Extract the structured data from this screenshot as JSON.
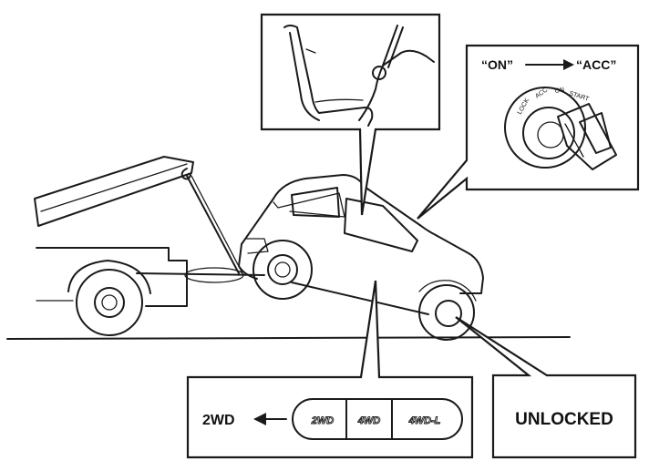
{
  "ignition_callout": {
    "from_label": "“ON”",
    "to_label": "“ACC”",
    "key_positions": [
      "LOCK",
      "ACC",
      "ON",
      "START"
    ]
  },
  "transfer_callout": {
    "label": "2WD",
    "positions": [
      "2WD",
      "4WD",
      "4WD-L"
    ]
  },
  "hub_callout": {
    "label": "UNLOCKED"
  },
  "colors": {
    "ink": "#1a1a1a",
    "paper": "#ffffff"
  }
}
